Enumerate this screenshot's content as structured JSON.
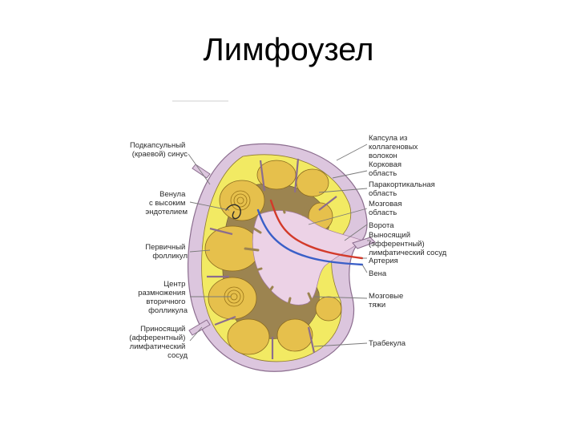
{
  "slide": {
    "title": "Лимфоузел"
  },
  "labels": {
    "left": [
      [
        "Подкапсульный",
        "(краевой) синус"
      ],
      [
        "Венула",
        "с высоким",
        "эндотелием"
      ],
      [
        "Первичный",
        "фолликул"
      ],
      [
        "Центр",
        "размножения",
        "вторичного",
        "фолликула"
      ],
      [
        "Приносящий",
        "(афферентный)",
        "лимфатический",
        "сосуд"
      ]
    ],
    "right": [
      [
        "Капсула из",
        "коллагеновых",
        "волокон"
      ],
      [
        "Корковая",
        "область"
      ],
      [
        "Паракортикальная",
        "область"
      ],
      [
        "Мозговая",
        "область"
      ],
      [
        "Ворота"
      ],
      [
        "Выносящий",
        "(эфферентный)",
        "лимфатический сосуд"
      ],
      [
        "Артерия"
      ],
      [
        "Вена"
      ],
      [
        "Мозговые",
        "тяжи"
      ],
      [
        "Трабекула"
      ]
    ]
  },
  "colors": {
    "capsule": "#dcc6de",
    "cortex": "#f2ea63",
    "follicle": "#e6c04c",
    "paracortex": "#9c8450",
    "medulla": "#ecd2e6",
    "artery": "#d33a2a",
    "vein": "#3a5fc8"
  }
}
